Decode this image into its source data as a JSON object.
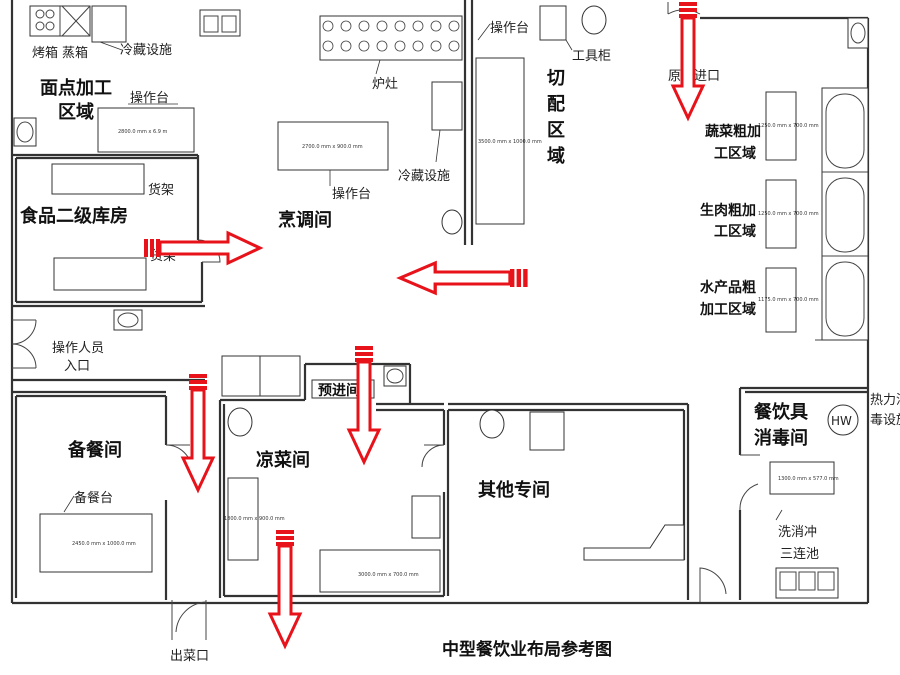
{
  "title": "中型餐饮业布局参考图",
  "zones": {
    "pastry": [
      "面点加工",
      "区域"
    ],
    "storage": "食品二级库房",
    "cooking": "烹调间",
    "cutting": [
      "切",
      "配",
      "区",
      "域"
    ],
    "veg": [
      "蔬菜粗加",
      "工区域"
    ],
    "meat": [
      "生肉粗加",
      "工区域"
    ],
    "seafood": [
      "水产品粗",
      "加工区域"
    ],
    "disinfect": [
      "餐饮具",
      "消毒间"
    ],
    "serving": "备餐间",
    "cold": "凉菜间",
    "other": "其他专间",
    "preentry": "预进间"
  },
  "labels": {
    "oven": "烤箱",
    "steamer": "蒸箱",
    "fridge": "冷藏设施",
    "worktable": "操作台",
    "stove": "炉灶",
    "shelf": "货架",
    "toolcab": "工具柜",
    "rawentry": "原料进口",
    "staffentry": [
      "操作人员",
      "入口"
    ],
    "servetable": "备餐台",
    "heatdis": [
      "热力消",
      "毒设施"
    ],
    "hw": "HW",
    "sink3": [
      "洗消冲",
      "三连池"
    ],
    "exit": "出菜口"
  },
  "dims": {
    "d1": "2800.0 mm x 6.9 m",
    "d2": "2700.0 mm x 900.0 mm",
    "d3": "3500.0 mm x 1000.0 mm",
    "d4": "1250.0 mm x 700.0 mm",
    "d5": "1250.0 mm x 700.0 mm",
    "d6": "1175.0 mm x 700.0 mm",
    "d7": "2450.0 mm x 1000.0 mm",
    "d8": "1800.0 mm x 900.0 mm",
    "d9": "3000.0 mm x 700.0 mm",
    "d10": "1300.0 mm x 577.0 mm"
  },
  "colors": {
    "arrow": "#e8131a",
    "wall": "#333333"
  }
}
